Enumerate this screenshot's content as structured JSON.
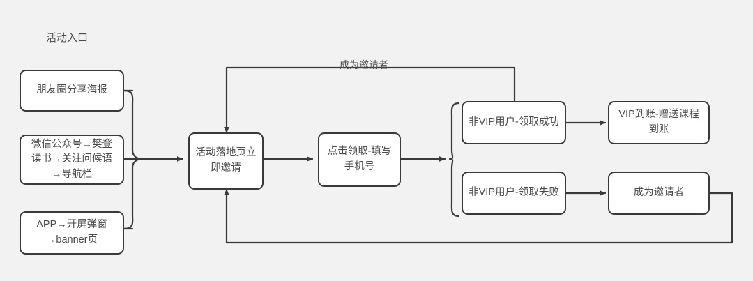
{
  "diagram": {
    "background_color": "#f2f2f2",
    "node_fill": "#ffffff",
    "stroke_color": "#3a3a3a",
    "text_color": "#4a4a4a",
    "section_title": "活动入口",
    "nodes": [
      {
        "id": "poster",
        "label": "朋友圈分享海报"
      },
      {
        "id": "wechat-mp",
        "label": "微信公众号→樊登读书→关注问候语→导航栏"
      },
      {
        "id": "app-splash",
        "label": "APP→开屏弹窗→banner页"
      },
      {
        "id": "landing",
        "label": "活动落地页立即邀请"
      },
      {
        "id": "claim-phone",
        "label": "点击领取-填写手机号"
      },
      {
        "id": "nonvip-success",
        "label": "非VIP用户-领取成功"
      },
      {
        "id": "nonvip-fail",
        "label": "非VIP用户-领取失败"
      },
      {
        "id": "vip-credit",
        "label": "VIP到账-赠送课程到账"
      },
      {
        "id": "become-inviter",
        "label": "成为邀请者"
      }
    ],
    "edge_labels": [
      {
        "id": "become-inviter-loop",
        "label": "成为邀请者"
      }
    ]
  }
}
